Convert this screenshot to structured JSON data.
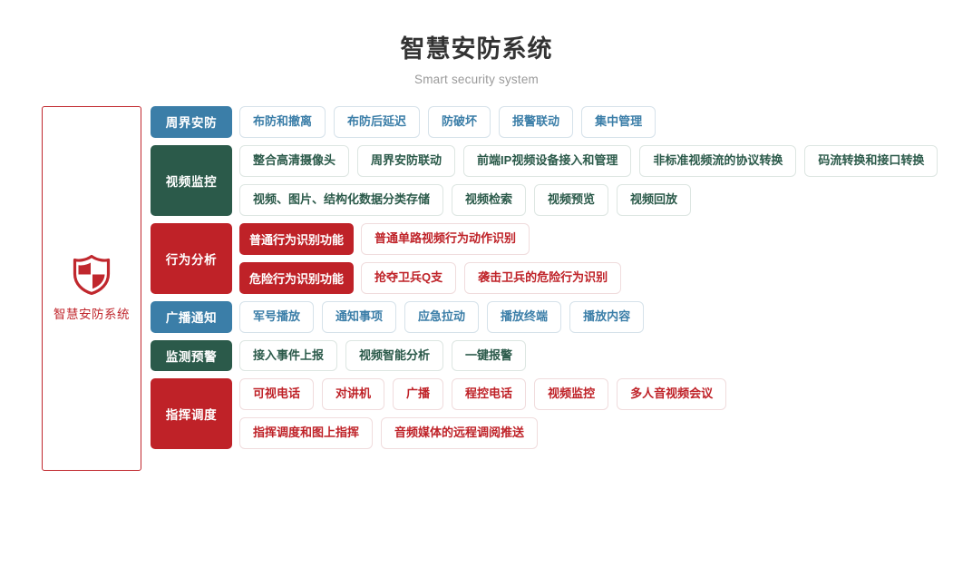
{
  "header": {
    "title": "智慧安防系统",
    "subtitle": "Smart security system"
  },
  "brand": {
    "icon": "shield-icon",
    "label": "智慧安防系统",
    "border_color": "#c0272d",
    "text_color": "#c0272d"
  },
  "colors": {
    "blue": "#3b7ea8",
    "green": "#2b5a4a",
    "red": "#bf2228",
    "title": "#333333",
    "subtitle": "#9a9a9a"
  },
  "categories": [
    {
      "label": "周界安防",
      "color": "blue",
      "lines": [
        {
          "sub_label": null,
          "items": [
            "布防和撤离",
            "布防后延迟",
            "防破坏",
            "报警联动",
            "集中管理"
          ]
        }
      ]
    },
    {
      "label": "视频监控",
      "color": "green",
      "lines": [
        {
          "sub_label": null,
          "items": [
            "整合高清摄像头",
            "周界安防联动",
            "前端IP视频设备接入和管理",
            "非标准视频流的协议转换",
            "码流转换和接口转换"
          ]
        },
        {
          "sub_label": null,
          "items": [
            "视频、图片、结构化数据分类存储",
            "视频检索",
            "视频预览",
            "视频回放"
          ]
        }
      ]
    },
    {
      "label": "行为分析",
      "color": "red",
      "lines": [
        {
          "sub_label": "普通行为识别功能",
          "items": [
            "普通单路视频行为动作识别"
          ]
        },
        {
          "sub_label": "危险行为识别功能",
          "items": [
            "抢夺卫兵Q支",
            "袭击卫兵的危险行为识别"
          ]
        }
      ]
    },
    {
      "label": "广播通知",
      "color": "blue",
      "lines": [
        {
          "sub_label": null,
          "items": [
            "军号播放",
            "通知事项",
            "应急拉动",
            "播放终端",
            "播放内容"
          ]
        }
      ]
    },
    {
      "label": "监测预警",
      "color": "green",
      "lines": [
        {
          "sub_label": null,
          "items": [
            "接入事件上报",
            "视频智能分析",
            "一键报警"
          ]
        }
      ]
    },
    {
      "label": "指挥调度",
      "color": "red",
      "lines": [
        {
          "sub_label": null,
          "items": [
            "可视电话",
            "对讲机",
            "广播",
            "程控电话",
            "视频监控",
            "多人音视频会议"
          ]
        },
        {
          "sub_label": null,
          "items": [
            "指挥调度和图上指挥",
            "音频媒体的远程调阅推送"
          ]
        }
      ]
    }
  ]
}
